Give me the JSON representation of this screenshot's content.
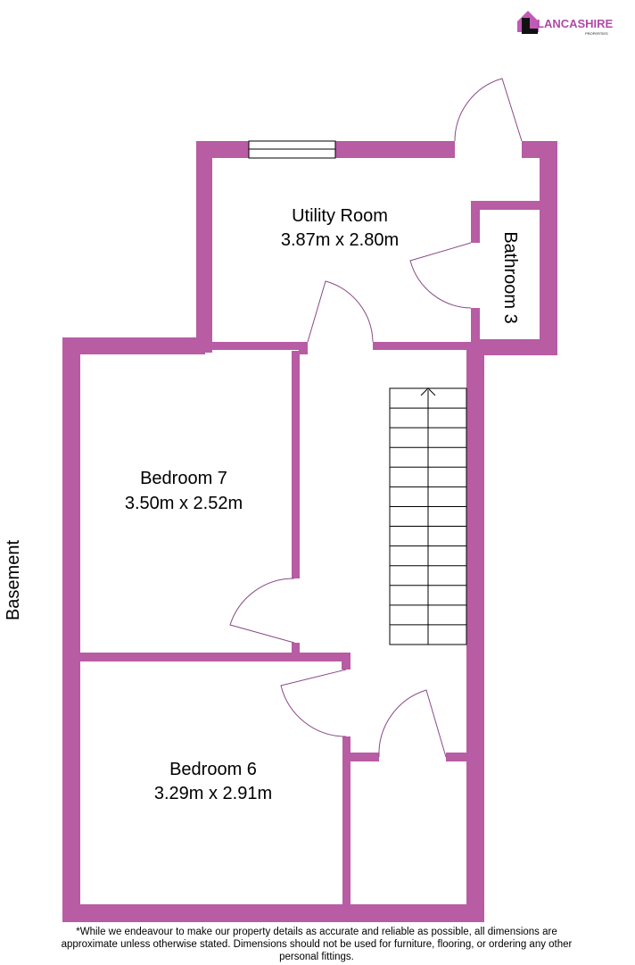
{
  "logo": {
    "name": "LANCASHIRE",
    "sub": "PROPERTIES"
  },
  "floor_label": "Basement",
  "colors": {
    "wall": "#b85ca4",
    "door": "#8a4a86"
  },
  "rooms": [
    {
      "name": "Utility Room",
      "size": "3.87m x 2.80m"
    },
    {
      "name": "Bathroom 3"
    },
    {
      "name": "Bedroom 7",
      "size": "3.50m x 2.52m"
    },
    {
      "name": "Bedroom 6",
      "size": "3.29m x 2.91m"
    }
  ],
  "disclaimer": "*While we endeavour to make our property details as accurate and reliable as possible, all dimensions are approximate unless otherwise stated. Dimensions should not be used for furniture, flooring, or ordering any other personal fittings."
}
